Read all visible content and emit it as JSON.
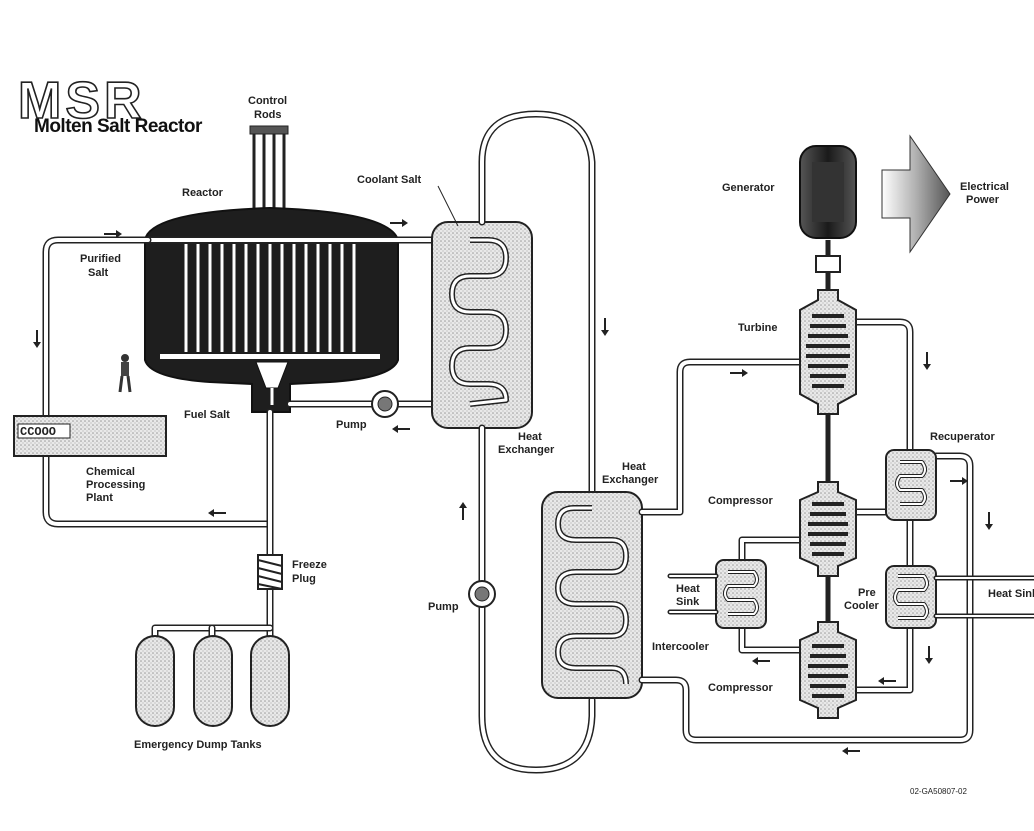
{
  "title": {
    "abbrev": "MSR",
    "full": "Molten Salt Reactor"
  },
  "labels": {
    "control_rods_1": "Control",
    "control_rods_2": "Rods",
    "reactor": "Reactor",
    "coolant_salt": "Coolant Salt",
    "purified_salt_1": "Purified",
    "purified_salt_2": "Salt",
    "fuel_salt": "Fuel Salt",
    "pump_primary": "Pump",
    "heat_exchanger_1_a": "Heat",
    "heat_exchanger_1_b": "Exchanger",
    "chemical_1": "Chemical",
    "chemical_2": "Processing",
    "chemical_3": "Plant",
    "chemical_display": "CCOOO",
    "freeze_plug_1": "Freeze",
    "freeze_plug_2": "Plug",
    "dump_tanks": "Emergency Dump Tanks",
    "pump_secondary": "Pump",
    "heat_exchanger_2_a": "Heat",
    "heat_exchanger_2_b": "Exchanger",
    "generator": "Generator",
    "electrical_1": "Electrical",
    "electrical_2": "Power",
    "turbine": "Turbine",
    "recuperator": "Recuperator",
    "compressor_upper": "Compressor",
    "compressor_lower": "Compressor",
    "heat_sink_left_1": "Heat",
    "heat_sink_left_2": "Sink",
    "pre_cooler_1": "Pre",
    "pre_cooler_2": "Cooler",
    "heat_sink_right": "Heat Sink",
    "intercooler": "Intercooler",
    "doc_id": "02-GA50807-02"
  }
}
